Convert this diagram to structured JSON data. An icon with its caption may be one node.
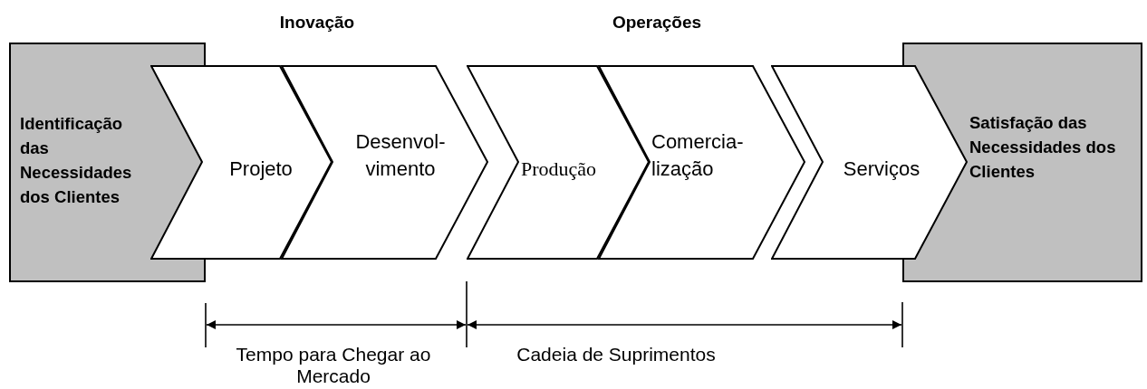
{
  "diagram": {
    "nodes": [
      {
        "text": [
          "Identificação das Necessidades dos Clientes"
        ]
      },
      {
        "text": [
          "Projeto"
        ]
      },
      {
        "text": [
          "Desenvol- vimento"
        ]
      },
      {
        "text": [
          "Produção"
        ]
      },
      {
        "text": [
          "Comercia- lização"
        ]
      },
      {
        "text": [
          "Serviços"
        ]
      },
      {
        "text": [
          "Satisfação das Necessidades dos Clientes"
        ]
      }
    ],
    "labels": [
      "Inovação",
      "Operações",
      "Tempo para Chegar ao Mercado",
      "Cadeia de Suprimentos"
    ]
  }
}
